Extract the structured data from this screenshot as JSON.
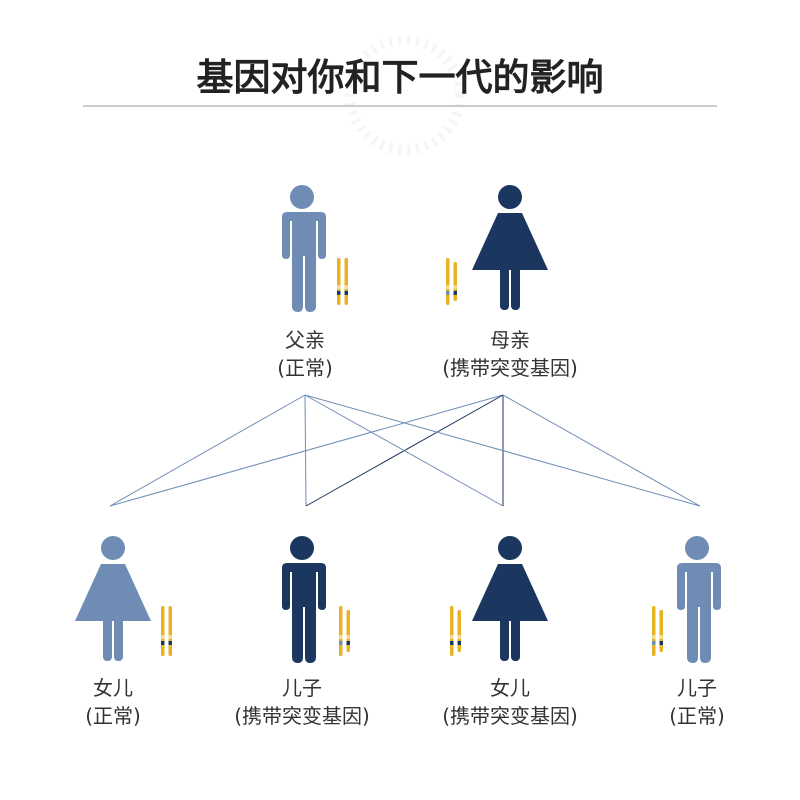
{
  "title": "基因对你和下一代的影响",
  "colors": {
    "normal": "#6f8db4",
    "carrier": "#1b365f",
    "chromosome": "#e8b323"
  },
  "parents": [
    {
      "role": "父亲",
      "status": "(正常)",
      "gender": "male",
      "tone": "normal",
      "bands": [
        "carrier",
        "carrier"
      ]
    },
    {
      "role": "母亲",
      "status": "(携带突变基因)",
      "gender": "female",
      "tone": "carrier",
      "bands": [
        "normal",
        "carrier"
      ]
    }
  ],
  "children": [
    {
      "role": "女儿",
      "status": "(正常)",
      "gender": "female",
      "tone": "normal",
      "bands": [
        "carrier",
        "carrier"
      ]
    },
    {
      "role": "儿子",
      "status": "(携带突变基因)",
      "gender": "male",
      "tone": "carrier",
      "bands": [
        "normal",
        "carrier"
      ]
    },
    {
      "role": "女儿",
      "status": "(携带突变基因)",
      "gender": "female",
      "tone": "carrier",
      "bands": [
        "carrier",
        "carrier"
      ]
    },
    {
      "role": "儿子",
      "status": "(正常)",
      "gender": "male",
      "tone": "normal",
      "bands": [
        "normal",
        "carrier"
      ]
    }
  ]
}
